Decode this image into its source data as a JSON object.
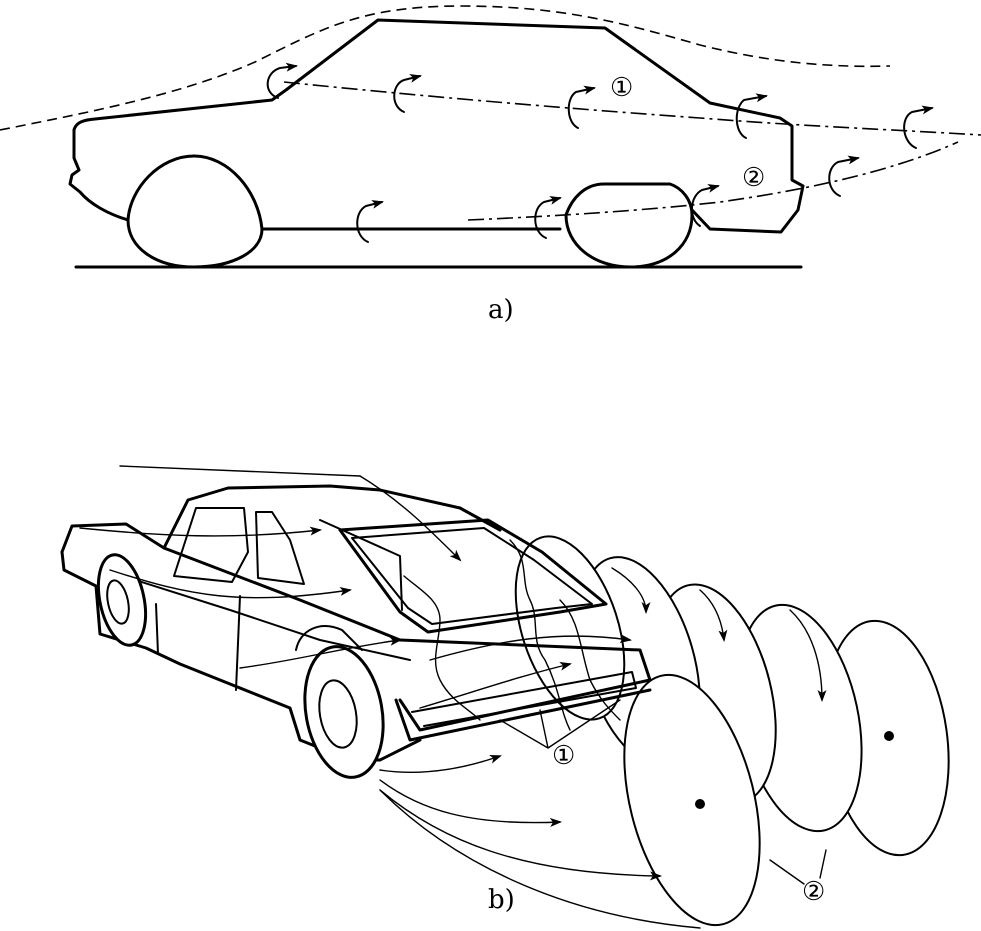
{
  "panel_a": {
    "caption": "a)",
    "marker_1": "①",
    "marker_2": "②"
  },
  "panel_b": {
    "caption": "b)",
    "marker_1": "①",
    "marker_2": "②"
  }
}
